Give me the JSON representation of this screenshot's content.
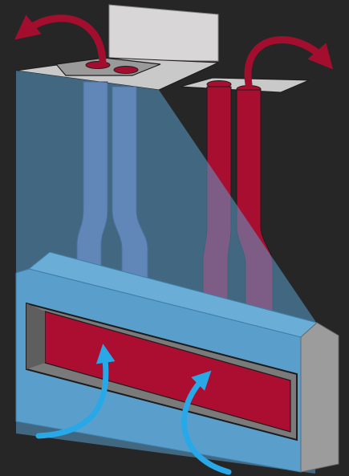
{
  "diagram": {
    "colors": {
      "background": "#262626",
      "housing": "#5a9fcc",
      "housing_dark": "#4a8bb8",
      "cold_duct": "#6a6aa2",
      "hot_duct": "#a80e2f",
      "hot_arrow": "#a30e2e",
      "cold_arrow": "#29a8e8",
      "plate": "#c9c9c9",
      "panel": "#d8d6d6",
      "side_gray": "#9c9c9c",
      "outline": "#1c1c1c",
      "heat_window": "#ab0e30"
    },
    "parts": [
      "housing-enclosure",
      "cold-air-duct",
      "hot-air-duct",
      "heating-window",
      "return-plate",
      "supply-plate"
    ],
    "flows": [
      {
        "name": "cold-intake",
        "icon": "curved-arrow-icon",
        "color": "#29a8e8"
      },
      {
        "name": "cold-exhaust",
        "icon": "curved-arrow-icon",
        "color": "#a30e2e"
      },
      {
        "name": "hot-exhaust",
        "icon": "curved-arrow-icon",
        "color": "#a30e2e"
      }
    ]
  }
}
